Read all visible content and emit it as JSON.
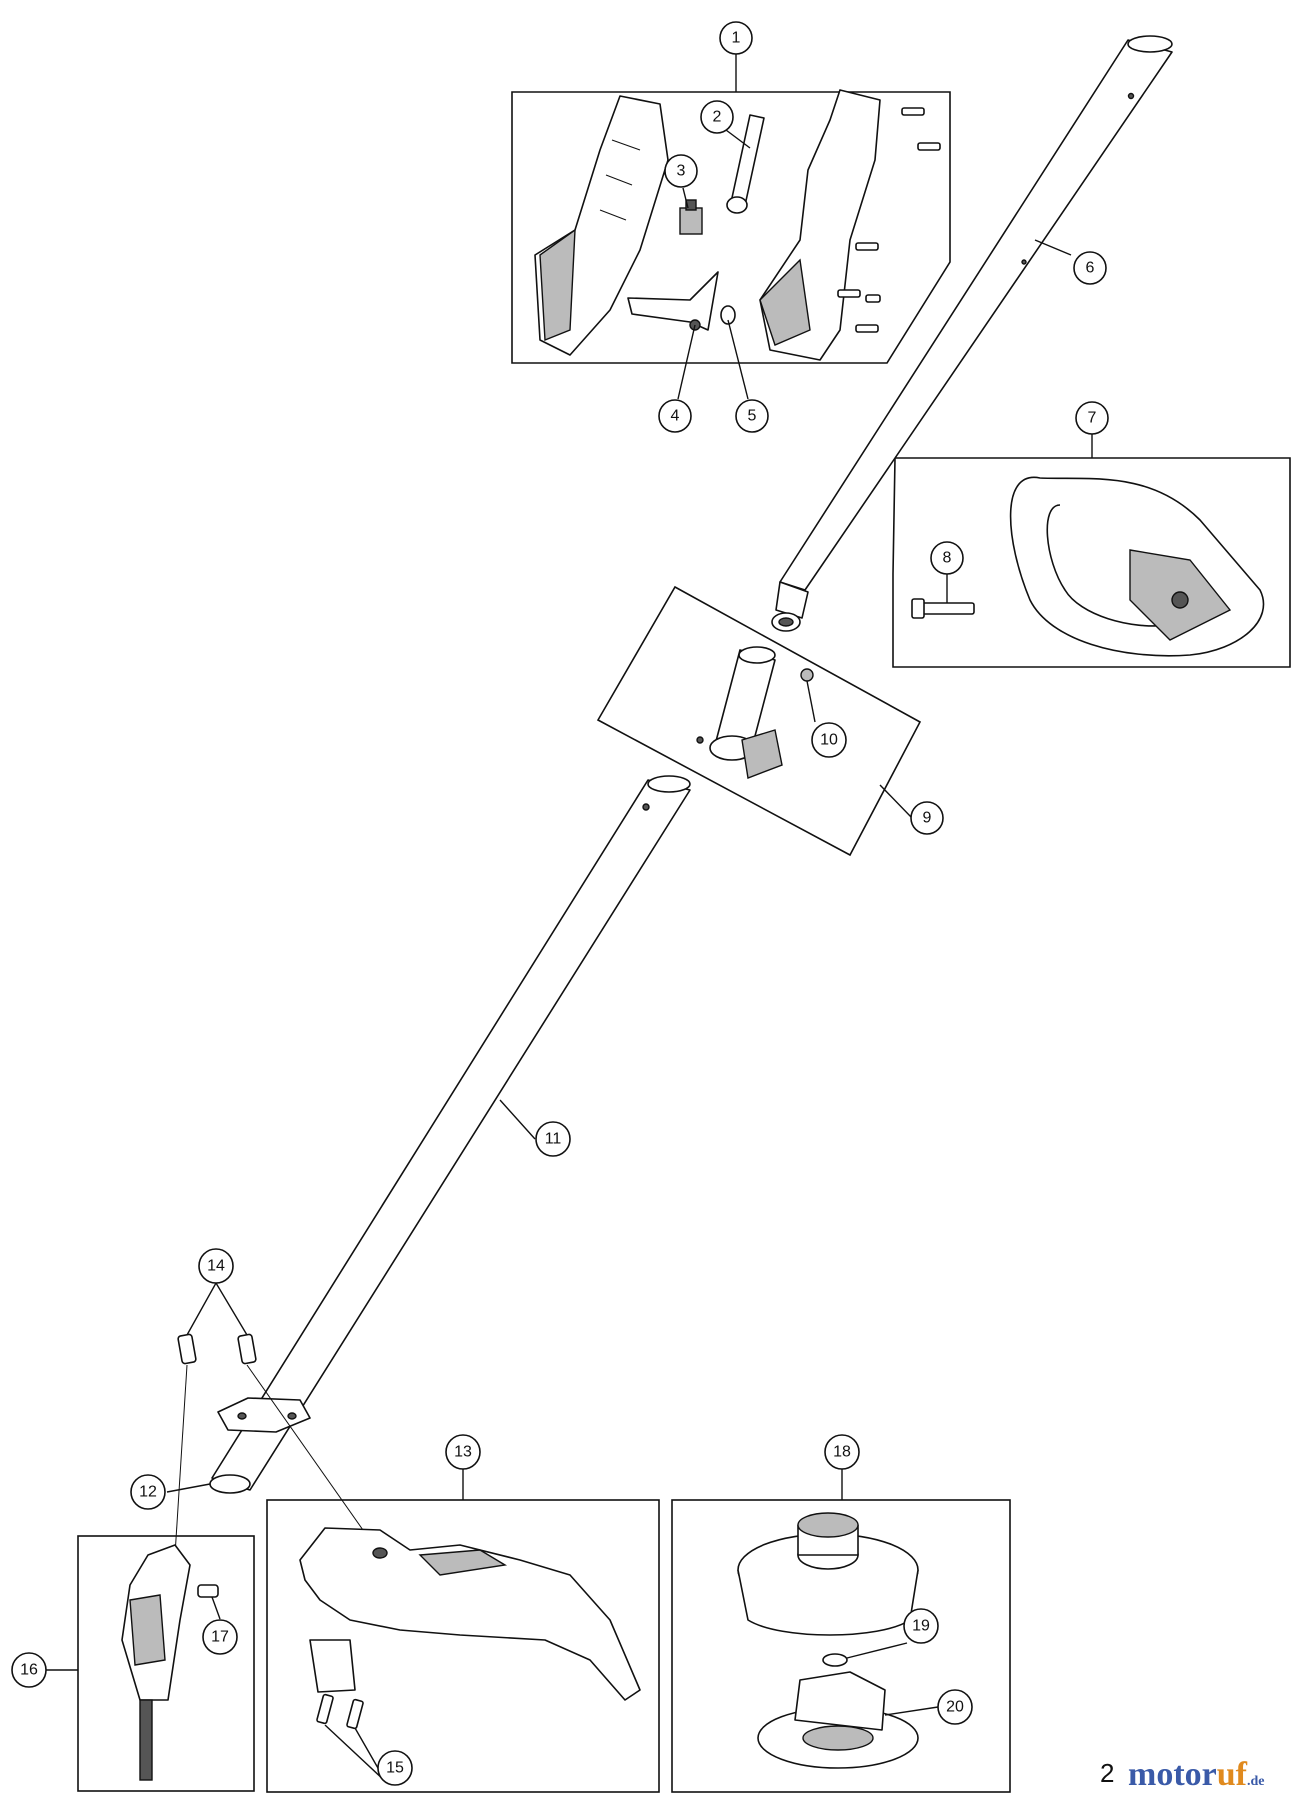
{
  "callouts": [
    "1",
    "2",
    "3",
    "4",
    "5",
    "6",
    "7",
    "8",
    "9",
    "10",
    "11",
    "12",
    "13",
    "14",
    "15",
    "16",
    "17",
    "18",
    "19",
    "20"
  ],
  "page_number": "2",
  "watermark": {
    "part1": "motor",
    "part2": "uf",
    "tld": ".de"
  },
  "colors": {
    "line": "#111111",
    "background": "#ffffff",
    "watermark_blue": "#3a5aa8",
    "watermark_orange": "#e08a1e"
  }
}
